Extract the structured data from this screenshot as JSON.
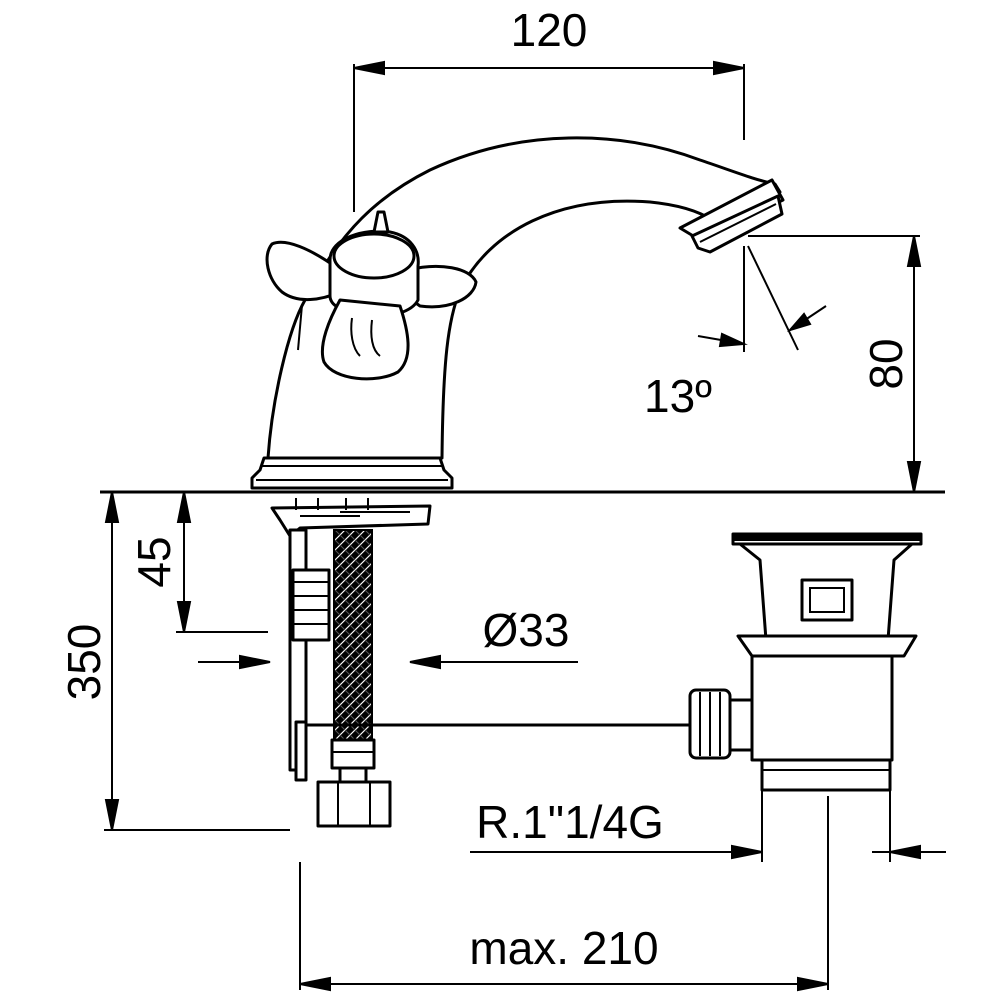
{
  "dimensions": {
    "spout_reach": "120",
    "spout_height": "80",
    "spout_angle": "13º",
    "under_deck_depth": "45",
    "hose_length": "350",
    "hole_diameter": "Ø33",
    "waste_thread": "R.1\"1/4G",
    "max_distance": "max. 210"
  }
}
